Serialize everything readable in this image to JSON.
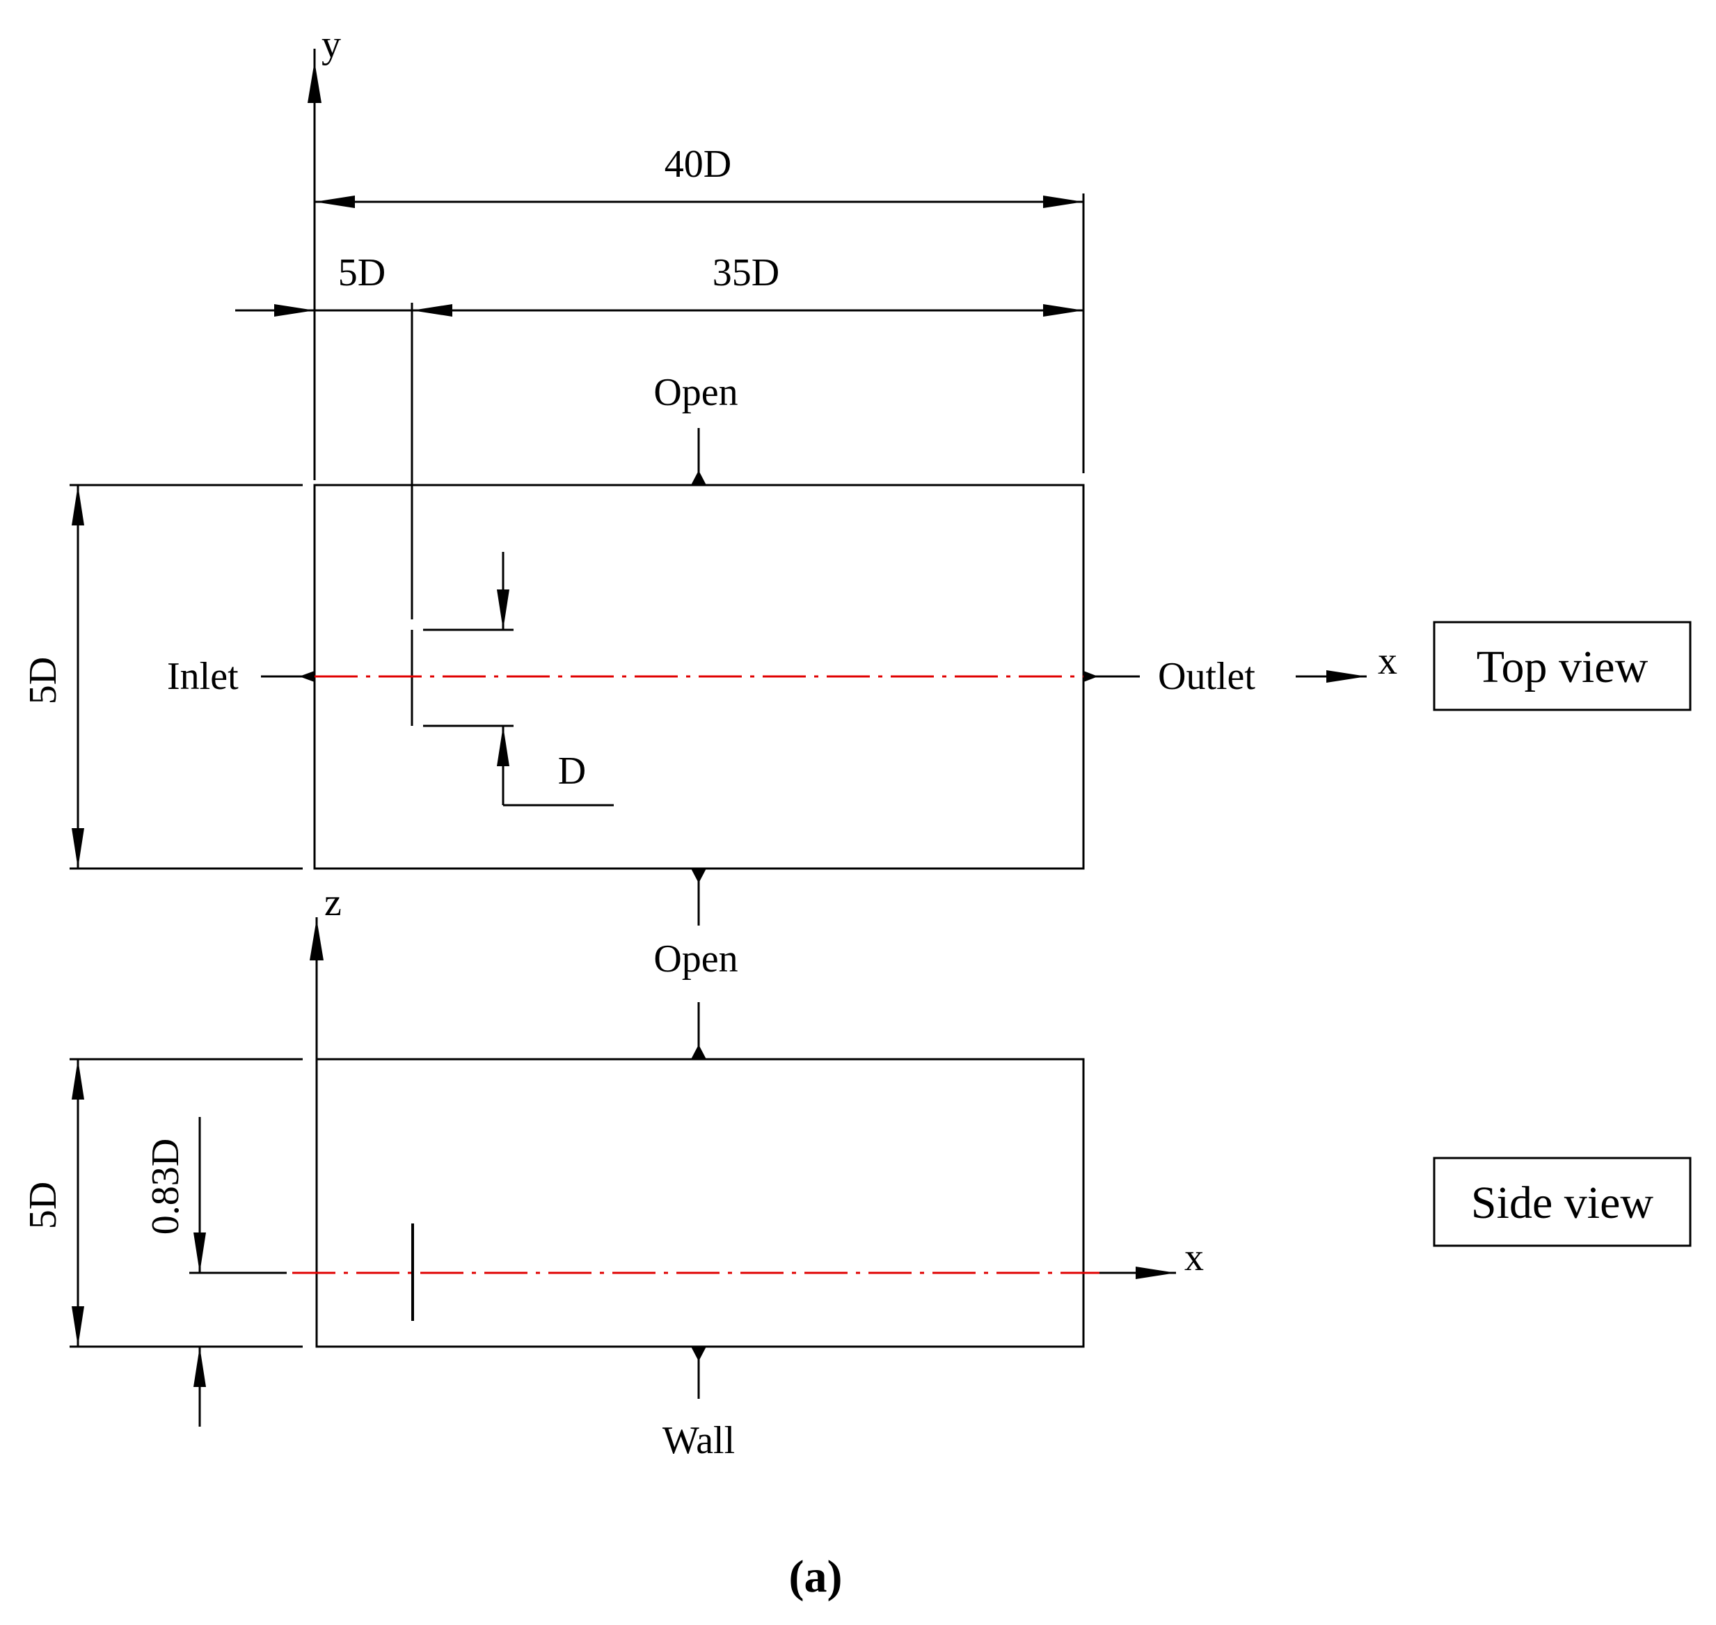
{
  "labels": {
    "axis_y": "y",
    "axis_z": "z",
    "axis_x_top": "x",
    "axis_x_side": "x",
    "dim_40d": "40D",
    "dim_5d_inlet": "5D",
    "dim_35d": "35D",
    "open_top": "Open",
    "open_mid": "Open",
    "inlet": "Inlet",
    "outlet": "Outlet",
    "dim_d": "D",
    "dim_5d_height_top": "5D",
    "dim_5d_height_side": "5D",
    "dim_083d": "0.83D",
    "wall": "Wall",
    "caption": "(a)"
  },
  "boxes": {
    "top_view": "Top view",
    "side_view": "Side view"
  }
}
